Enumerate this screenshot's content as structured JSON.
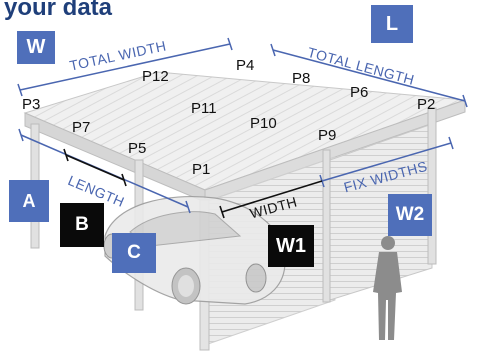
{
  "title": "your data",
  "colors": {
    "title": "#1f3f7a",
    "dimension_line": "#4a66b0",
    "badge_blue": "#4f6fba",
    "badge_black": "#0a0a0a",
    "structure": "#b9b9b9",
    "panel": "#e9e9e9"
  },
  "points": {
    "p1": "P1",
    "p2": "P2",
    "p3": "P3",
    "p4": "P4",
    "p5": "P5",
    "p6": "P6",
    "p7": "P7",
    "p8": "P8",
    "p9": "P9",
    "p10": "P10",
    "p11": "P11",
    "p12": "P12"
  },
  "dimensions": {
    "total_width": "TOTAL WIDTH",
    "total_length": "TOTAL LENGTH",
    "length": "LENGTH",
    "width": "WIDTH",
    "fix_widths": "FIX WIDTHS"
  },
  "badges": {
    "w": "W",
    "l": "L",
    "a": "A",
    "b": "B",
    "c": "C",
    "w1": "W1",
    "w2": "W2"
  }
}
